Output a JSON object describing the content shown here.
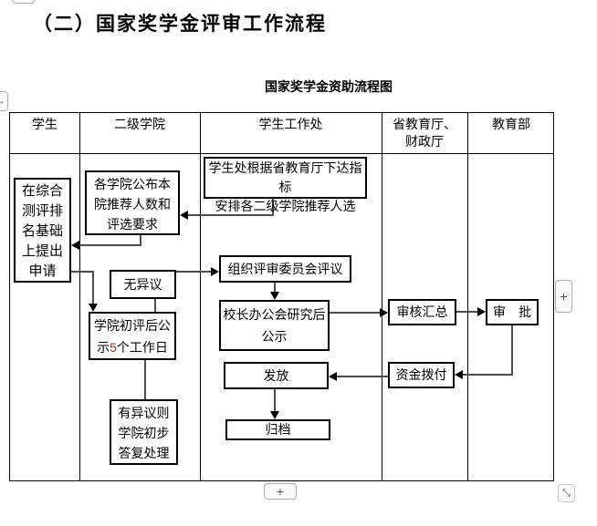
{
  "page": {
    "title": "（二）国家奖学金评审工作流程",
    "chart_title": "国家奖学金资助流程图"
  },
  "table": {
    "headers": [
      "学生",
      "二级学院",
      "学生工作处",
      "省教育厅、财政厅",
      "教育部"
    ]
  },
  "flow": {
    "student_apply": "在综合\n测评排\n名基础\n上提出\n申请",
    "college_announce": "各学院公布本\n院推荐人数和\n评选要求",
    "dept_assign": "学生处根据省教育厅下达指标\n安排各二级学院推荐人选",
    "no_objection": "无异议",
    "college_review_prefix": "学院初评后公示",
    "college_review_number": "5",
    "college_review_suffix": "个工作日",
    "objection": "有异议则\n学院初步\n答复处理",
    "committee": "组织评审委员会评议",
    "president": "校长办公会研究后\n公示",
    "grant": "发放",
    "archive": "归档",
    "audit": "审核汇总",
    "funds": "资金拨付",
    "approve": "审　批"
  },
  "controls": {
    "insert_plus_right": "+",
    "insert_plus_bottom": "+",
    "resize_glyph": "⤡",
    "move_glyph": "↔"
  },
  "colors": {
    "number_red": "#953734",
    "connector_gray": "#4d4d4d"
  }
}
